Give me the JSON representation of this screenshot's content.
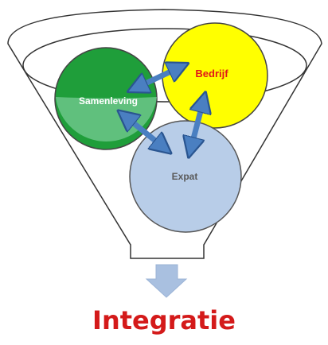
{
  "nodes": {
    "samenleving": {
      "label": "Samenleving",
      "fill": "#1f9e3a"
    },
    "bedrijf": {
      "label": "Bedrijf",
      "fill": "#ffff00",
      "text_color": "#e01818"
    },
    "expat": {
      "label": "Expat",
      "fill": "#b8cde8",
      "text_color": "#5a5a5a"
    }
  },
  "result": {
    "label": "Integratie",
    "color": "#d41a1a"
  },
  "colors": {
    "arrow": "#4a7fc1",
    "down_arrow": "#a9c0e0",
    "funnel_stroke": "#333333"
  },
  "icons": {
    "down_arrow": "down-arrow-icon"
  }
}
